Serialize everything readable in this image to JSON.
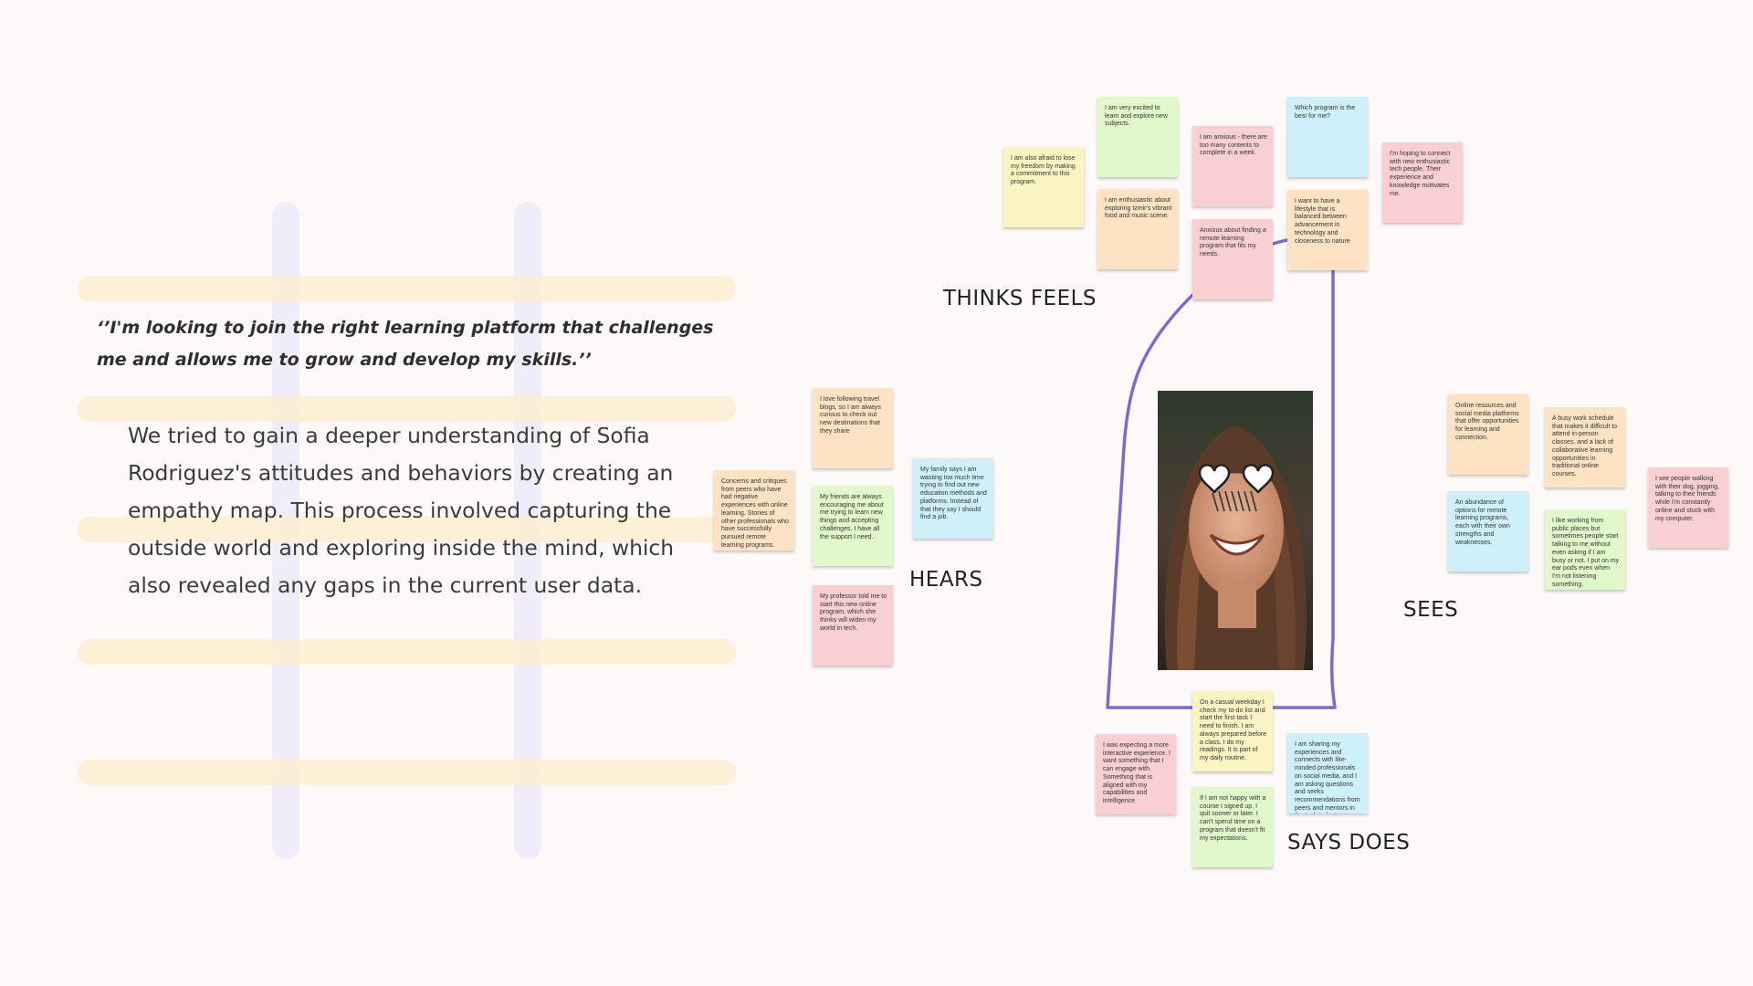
{
  "quote": "‘’I'm looking to join the right learning platform that challenges me and allows me to grow and develop my skills.’’",
  "description": "We tried to gain a deeper understanding of Sofia Rodriguez's attitudes and behaviors by creating an empathy map. This process involved capturing the outside world and exploring inside the mind, which also revealed any gaps in the current user data.",
  "labels": {
    "thinks_feels": "THINKS FEELS",
    "hears": "HEARS",
    "sees": "SEES",
    "says_does": "SAYS DOES"
  },
  "colors": {
    "background": "#fdf9f8",
    "hashtag_horizontal": "#fbefd0",
    "hashtag_vertical": "#f1ecf9",
    "outline": "#7f6bc6",
    "sticky_yellow": "#fcf3c3",
    "sticky_green": "#e1f8cb",
    "sticky_pink": "#f9cfd2",
    "sticky_blue": "#cdf0fa",
    "sticky_orange": "#fde2c4"
  },
  "persona_image": {
    "icon": "heart-eyes-doodle"
  },
  "thinks_feels_notes": [
    {
      "color": "yellow",
      "text": "I am also afraid to lose my freedom by making a commitment to this program."
    },
    {
      "color": "green",
      "text": "I am very excited to learn and explore new subjects."
    },
    {
      "color": "orange",
      "text": "I am enthusiastic about exploring Izmir's vibrant food and music scene."
    },
    {
      "color": "pink",
      "text": "I am anxious - there are too many contents to complete in a week."
    },
    {
      "color": "pink",
      "text": "Anxious about finding a remote learning program that fits my needs."
    },
    {
      "color": "blue",
      "text": "Which program is the best for me?"
    },
    {
      "color": "orange",
      "text": "I want to have a lifestyle that is balanced between advancement in technology and closeness to nature"
    },
    {
      "color": "pink",
      "text": "I'm hoping to connect with new enthusiastic tech people. Their experience and knowledge motivates me."
    }
  ],
  "hears_notes": [
    {
      "color": "orange",
      "text": "I love following travel blogs, so I am always curious to check out new destinations that they share"
    },
    {
      "color": "orange",
      "text": "Concerns and critiques from peers who have had negative experiences with online learning. Stories of other professionals who have successfully pursued remote learning programs."
    },
    {
      "color": "green",
      "text": "My friends are always encouraging me about me trying to learn new things and accepting challenges. I have all the support I need."
    },
    {
      "color": "blue",
      "text": "My family says I am wasting too much time trying to find out new education methods and platforms. Instead of that they say I should find a job."
    },
    {
      "color": "pink",
      "text": "My professor told me to start this new online program, which she thinks will widen my world in tech."
    }
  ],
  "sees_notes": [
    {
      "color": "orange",
      "text": "Online resources and social media platforms that offer opportunities for learning and connection."
    },
    {
      "color": "orange",
      "text": "A busy work schedule that makes it difficult to attend in-person classes, and a lack of collaborative learning opportunities in traditional online courses."
    },
    {
      "color": "blue",
      "text": "An abundance of options for remote learning programs, each with their own strengths and weaknesses."
    },
    {
      "color": "green",
      "text": "I like working from public places but sometimes people start talking to me without even asking if I am busy or not. I put on my ear pods even when I'm not listening something."
    },
    {
      "color": "pink",
      "text": "I see people walking with their dog, jogging, talking to their friends while I'm constantly online and stuck with my computer."
    }
  ],
  "says_does_notes": [
    {
      "color": "pink",
      "text": "I was expecting a more interactive experience. I want something that I can engage with. Something that is aligned with my capabilities and intelligence."
    },
    {
      "color": "yellow",
      "text": "On a casual weekday I check my to-do list and start the first task I need to finish. I am always prepared before a class. I do my readings. It is part of my daily routine."
    },
    {
      "color": "green",
      "text": "If I am not happy with a course I signed up, I quit sooner or later. I can't spend time on a program that doesn't fit my expectations."
    },
    {
      "color": "blue",
      "text": "I am sharing my experiences and connects with like-minded professionals on social media, and I am asking questions and seeks recommendations from peers and mentors in the tech industry."
    }
  ]
}
